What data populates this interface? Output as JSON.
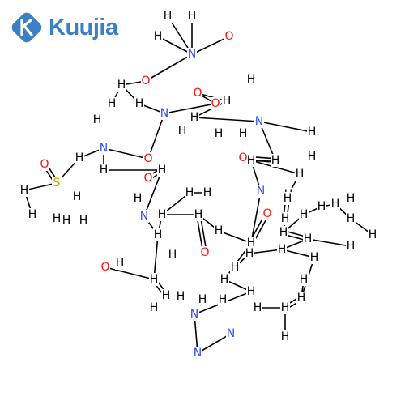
{
  "brand": {
    "name": "Kuujia",
    "color": "#3b7fc4"
  },
  "colors": {
    "bond": "#000000",
    "N": "#3050f8",
    "O": "#ff0d0d",
    "S": "#c8a000",
    "H": "#000000",
    "C": "#000000"
  },
  "molecule": {
    "atoms": [
      {
        "id": "a1",
        "label": "H",
        "el": "H"
      },
      {
        "id": "a2",
        "label": "H",
        "el": "H"
      },
      {
        "id": "a3",
        "label": "H",
        "el": "H"
      },
      {
        "id": "a4",
        "label": "N",
        "el": "N"
      },
      {
        "id": "a5",
        "label": "O",
        "el": "O"
      },
      {
        "id": "a6",
        "label": "O",
        "el": "O"
      },
      {
        "id": "a7",
        "label": "H",
        "el": "H"
      },
      {
        "id": "a8",
        "label": "H",
        "el": "H"
      },
      {
        "id": "a9",
        "label": "H",
        "el": "H"
      },
      {
        "id": "a10",
        "label": "H",
        "el": "H"
      },
      {
        "id": "a11",
        "label": "O",
        "el": "O"
      },
      {
        "id": "a12",
        "label": "H",
        "el": "H"
      },
      {
        "id": "a13",
        "label": "O",
        "el": "O"
      },
      {
        "id": "a14",
        "label": "H",
        "el": "H"
      },
      {
        "id": "a15",
        "label": "N",
        "el": "N"
      },
      {
        "id": "a16",
        "label": "H",
        "el": "H"
      },
      {
        "id": "a17",
        "label": "O",
        "el": "O"
      },
      {
        "id": "a18",
        "label": "H",
        "el": "H"
      },
      {
        "id": "a19",
        "label": "H",
        "el": "H"
      },
      {
        "id": "a20",
        "label": "H",
        "el": "H"
      },
      {
        "id": "a21",
        "label": "N",
        "el": "N"
      },
      {
        "id": "a22",
        "label": "H",
        "el": "H"
      },
      {
        "id": "a23",
        "label": "H",
        "el": "H"
      },
      {
        "id": "a24",
        "label": "H",
        "el": "H"
      },
      {
        "id": "a25",
        "label": "H",
        "el": "H"
      },
      {
        "id": "a26",
        "label": "H",
        "el": "H"
      },
      {
        "id": "a27",
        "label": "O",
        "el": "O"
      },
      {
        "id": "a28",
        "label": "H",
        "el": "H"
      },
      {
        "id": "a29",
        "label": "O",
        "el": "O"
      },
      {
        "id": "a30",
        "label": "N",
        "el": "N"
      },
      {
        "id": "a31",
        "label": "H",
        "el": "H"
      },
      {
        "id": "a32",
        "label": "H",
        "el": "H"
      },
      {
        "id": "a33",
        "label": "H",
        "el": "H"
      },
      {
        "id": "a34",
        "label": "H",
        "el": "H"
      },
      {
        "id": "a35",
        "label": "H",
        "el": "H"
      },
      {
        "id": "a36",
        "label": "S",
        "el": "S"
      },
      {
        "id": "a37",
        "label": "H",
        "el": "H"
      },
      {
        "id": "a38",
        "label": "H",
        "el": "H"
      },
      {
        "id": "a39",
        "label": "H",
        "el": "H"
      },
      {
        "id": "a40",
        "label": "H",
        "el": "H"
      },
      {
        "id": "a41",
        "label": "H",
        "el": "H"
      },
      {
        "id": "a42",
        "label": "H",
        "el": "H"
      },
      {
        "id": "a43",
        "label": "H",
        "el": "H"
      },
      {
        "id": "a44",
        "label": "O",
        "el": "O"
      },
      {
        "id": "a45",
        "label": "H",
        "el": "H"
      },
      {
        "id": "a46",
        "label": "N",
        "el": "N"
      },
      {
        "id": "a47",
        "label": "H",
        "el": "H"
      },
      {
        "id": "a48",
        "label": "H",
        "el": "H"
      },
      {
        "id": "a49",
        "label": "H",
        "el": "H"
      },
      {
        "id": "a50",
        "label": "H",
        "el": "H"
      },
      {
        "id": "a51",
        "label": "N",
        "el": "N"
      },
      {
        "id": "a52",
        "label": "H",
        "el": "H"
      },
      {
        "id": "a53",
        "label": "H",
        "el": "H"
      },
      {
        "id": "a54",
        "label": "H",
        "el": "H"
      },
      {
        "id": "a55",
        "label": "H",
        "el": "H"
      },
      {
        "id": "a56",
        "label": "O",
        "el": "O"
      },
      {
        "id": "a57",
        "label": "H",
        "el": "H"
      },
      {
        "id": "a58",
        "label": "H",
        "el": "H"
      },
      {
        "id": "a59",
        "label": "H",
        "el": "H"
      },
      {
        "id": "a60",
        "label": "H",
        "el": "H"
      },
      {
        "id": "a61",
        "label": "H",
        "el": "H"
      },
      {
        "id": "a62",
        "label": "H",
        "el": "H"
      },
      {
        "id": "a63",
        "label": "H",
        "el": "H"
      },
      {
        "id": "a64",
        "label": "O",
        "el": "O"
      },
      {
        "id": "a65",
        "label": "H",
        "el": "H"
      },
      {
        "id": "a66",
        "label": "O",
        "el": "O"
      },
      {
        "id": "a67",
        "label": "H",
        "el": "H"
      },
      {
        "id": "a68",
        "label": "H",
        "el": "H"
      },
      {
        "id": "a69",
        "label": "H",
        "el": "H"
      },
      {
        "id": "a70",
        "label": "H",
        "el": "H"
      },
      {
        "id": "a71",
        "label": "H",
        "el": "H"
      },
      {
        "id": "a72",
        "label": "H",
        "el": "H"
      },
      {
        "id": "a73",
        "label": "H",
        "el": "H"
      },
      {
        "id": "a74",
        "label": "N",
        "el": "N"
      },
      {
        "id": "a75",
        "label": "H",
        "el": "H"
      },
      {
        "id": "a76",
        "label": "N",
        "el": "N"
      },
      {
        "id": "a77",
        "label": "H",
        "el": "H"
      },
      {
        "id": "a78",
        "label": "H",
        "el": "H"
      },
      {
        "id": "a79",
        "label": "N",
        "el": "N"
      },
      {
        "id": "a80",
        "label": "H",
        "el": "H"
      },
      {
        "id": "a81",
        "label": "H",
        "el": "H"
      },
      {
        "id": "a82",
        "label": "H",
        "el": "H"
      },
      {
        "id": "a83",
        "label": "H",
        "el": "H"
      },
      {
        "id": "a84",
        "label": "H",
        "el": "H"
      },
      {
        "id": "a85",
        "label": "H",
        "el": "H"
      },
      {
        "id": "a86",
        "label": "H",
        "el": "H"
      },
      {
        "id": "a87",
        "label": "H",
        "el": "H"
      }
    ]
  }
}
